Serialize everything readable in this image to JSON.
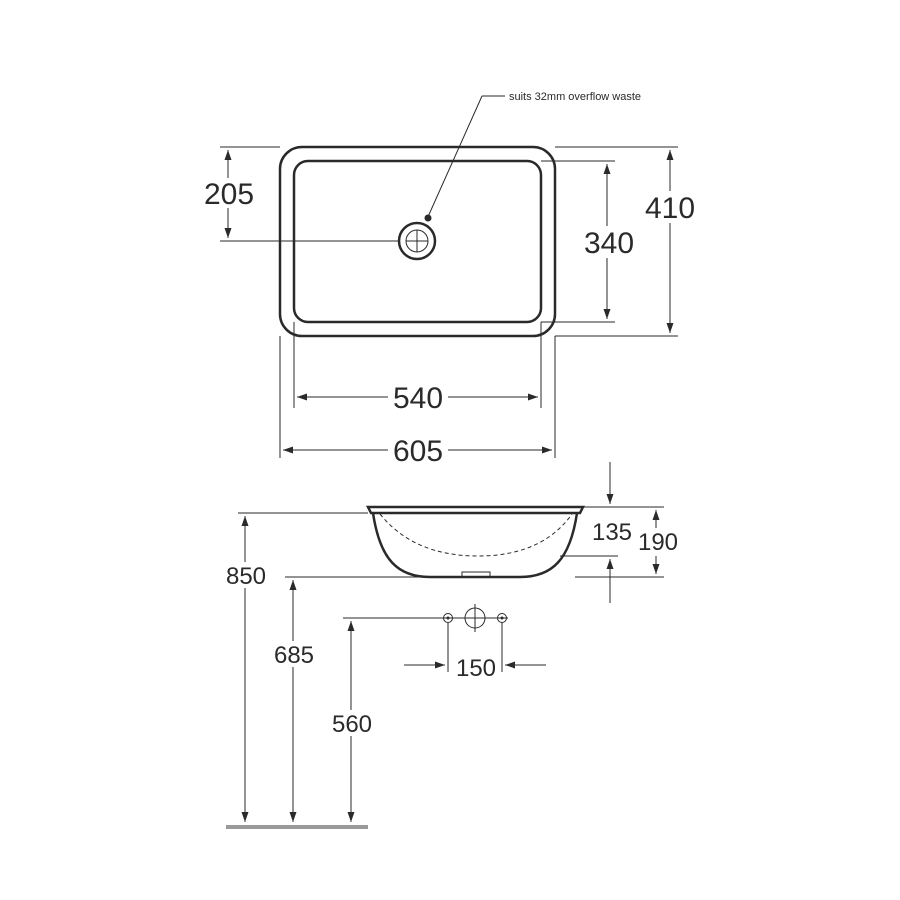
{
  "note": "suits 32mm overflow waste",
  "dims": {
    "d205": "205",
    "d410": "410",
    "d340": "340",
    "d540": "540",
    "d605": "605",
    "d135": "135",
    "d190": "190",
    "d850": "850",
    "d685": "685",
    "d560": "560",
    "d150": "150"
  }
}
